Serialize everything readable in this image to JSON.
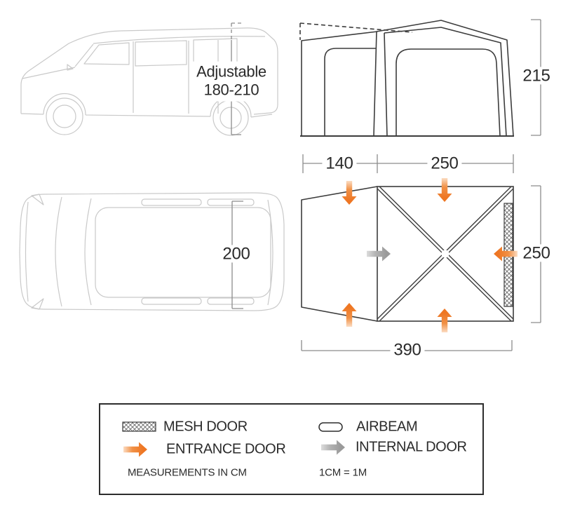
{
  "diagram": {
    "title_hint": "drive-away awning dimension diagram",
    "side_view": {
      "adjustable_label": "Adjustable",
      "adjustable_range": "180-210",
      "awning_height": "215",
      "tunnel_depth": "140",
      "main_depth": "250"
    },
    "plan_view": {
      "van_width": "200",
      "awning_width": "250",
      "awning_length": "390"
    },
    "legend": {
      "mesh_door_label": "MESH DOOR",
      "entrance_door_label": "ENTRANCE DOOR",
      "airbeam_label": "AIRBEAM",
      "internal_door_label": "INTERNAL DOOR",
      "measurements_note": "MEASUREMENTS IN CM",
      "scale_note": "1CM = 1M"
    },
    "icons": {
      "mesh_door_icon": "crosshatched swatch",
      "entrance_door_icon": "orange arrow",
      "internal_door_icon": "gray arrow",
      "airbeam_icon": "pill outline"
    },
    "colors": {
      "entrance_arrow": "#ee7623",
      "internal_arrow": "#9a9a9a",
      "outline_dark": "#3c3c3c",
      "van_outline": "#c9c9c9",
      "dimension_line": "#8c8c8c"
    }
  }
}
